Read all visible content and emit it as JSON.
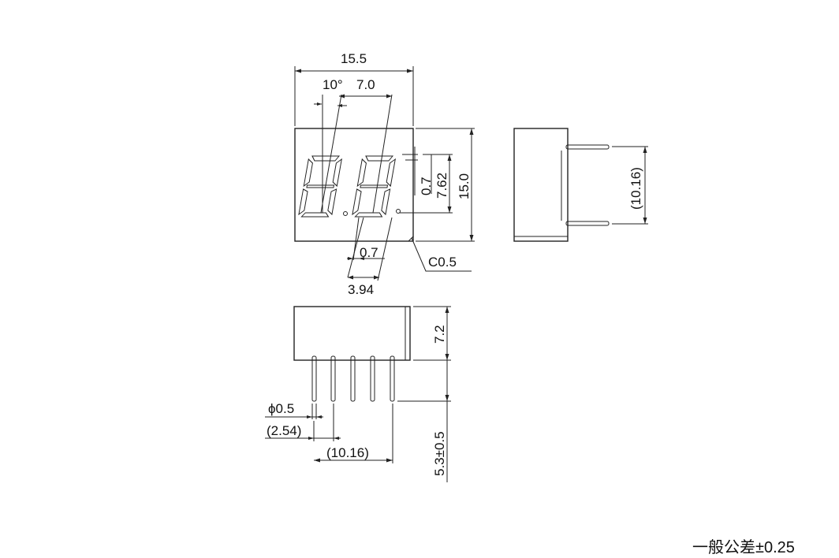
{
  "dimensions": {
    "total_width": "15.5",
    "slant_angle": "10°",
    "digit_width": "7.0",
    "segment_gap": "0.7",
    "digit_pitch": "7.62",
    "body_height": "15.0",
    "dot_width": "0.7",
    "digit_spacing": "3.94",
    "chamfer": "C0.5",
    "pin_row_span_side": "(10.16)",
    "body_depth": "7.2",
    "pin_diameter": "ϕ0.5",
    "pin_pitch": "(2.54)",
    "pin_span": "(10.16)",
    "pin_length": "5.3±0.5"
  },
  "tolerance_note": "一般公差±0.25"
}
